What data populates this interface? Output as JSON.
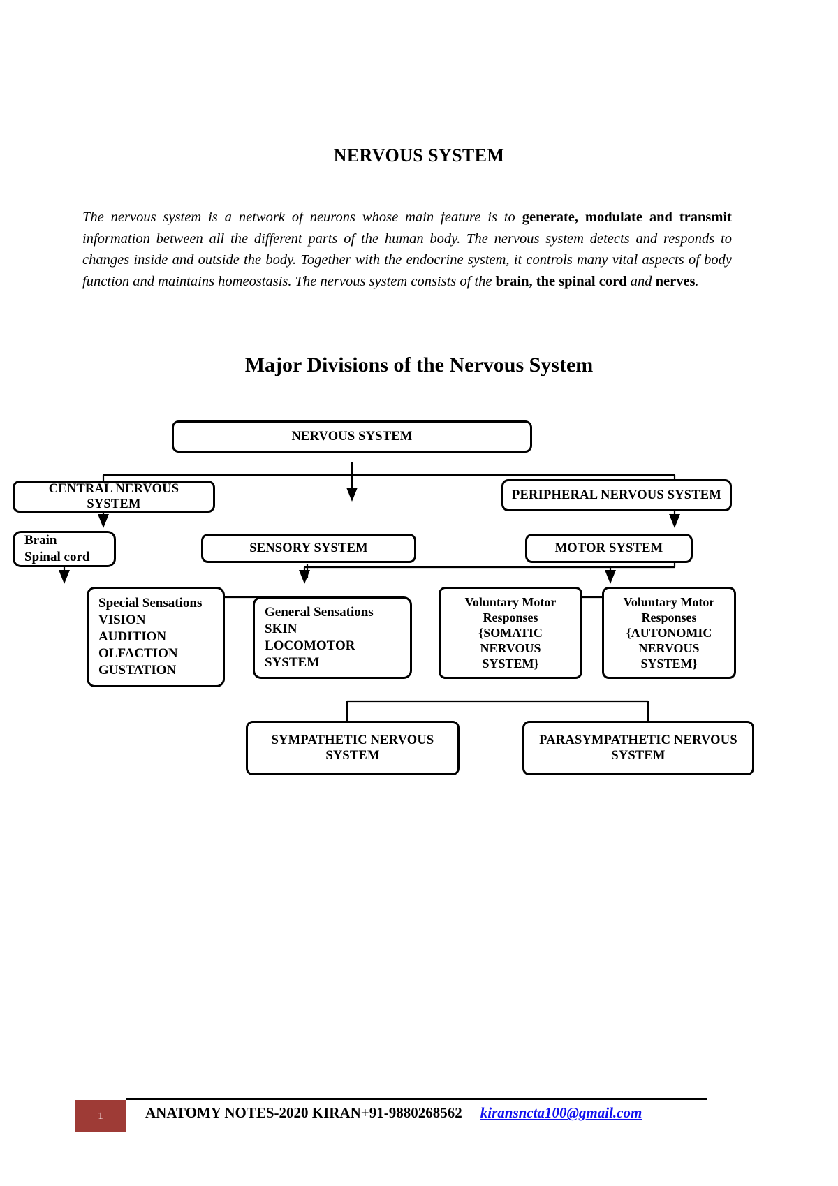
{
  "document": {
    "title": "NERVOUS SYSTEM",
    "intro": {
      "seg1": "The nervous system is a network of neurons whose main feature is to ",
      "bold1": "generate, modulate and transmit",
      "seg2": " information between all the different parts of the human body. The nervous system detects and responds to changes inside and outside the body. Together with the endocrine system, it controls many vital aspects of body function and maintains homeostasis. The nervous system consists of the ",
      "bold2": "brain, the spinal cord",
      "seg3": " and ",
      "bold3": "nerves",
      "seg4": "."
    },
    "section_heading": "Major Divisions of the Nervous System"
  },
  "chart_data": {
    "type": "diagram",
    "title": "Major Divisions of the Nervous System",
    "nodes": [
      {
        "id": "root",
        "label": "NERVOUS SYSTEM"
      },
      {
        "id": "cns",
        "label": "CENTRAL NERVOUS SYSTEM"
      },
      {
        "id": "pns",
        "label": "PERIPHERAL NERVOUS SYSTEM"
      },
      {
        "id": "cns_parts",
        "label": "Brain\nSpinal cord",
        "lines": [
          "Brain",
          "Spinal cord"
        ]
      },
      {
        "id": "sensory",
        "label": "SENSORY SYSTEM"
      },
      {
        "id": "motor",
        "label": "MOTOR SYSTEM"
      },
      {
        "id": "special",
        "label": "Special Sensations VISION AUDITION OLFACTION GUSTATION",
        "lines": [
          "Special Sensations",
          "VISION",
          "AUDITION",
          "OLFACTION",
          "GUSTATION"
        ]
      },
      {
        "id": "general",
        "label": "General Sensations SKIN LOCOMOTOR SYSTEM",
        "lines": [
          "General Sensations",
          "SKIN",
          "LOCOMOTOR SYSTEM"
        ]
      },
      {
        "id": "somatic",
        "label": "Voluntary Motor Responses {SOMATIC NERVOUS SYSTEM}",
        "lines": [
          "Voluntary Motor",
          "Responses",
          "{SOMATIC",
          "NERVOUS",
          "SYSTEM}"
        ]
      },
      {
        "id": "autonomic",
        "label": "Voluntary Motor Responses {AUTONOMIC NERVOUS SYSTEM}",
        "lines": [
          "Voluntary Motor",
          "Responses",
          "{AUTONOMIC",
          "NERVOUS",
          "SYSTEM}"
        ]
      },
      {
        "id": "sympathetic",
        "label": "SYMPATHETIC NERVOUS SYSTEM",
        "lines": [
          "SYMPATHETIC NERVOUS",
          "SYSTEM"
        ]
      },
      {
        "id": "parasympathetic",
        "label": "PARASYMPATHETIC NERVOUS SYSTEM",
        "lines": [
          "PARASYMPATHETIC NERVOUS",
          "SYSTEM"
        ]
      }
    ],
    "edges": [
      {
        "from": "root",
        "to": "cns"
      },
      {
        "from": "root",
        "to": "pns"
      },
      {
        "from": "cns",
        "to": "cns_parts"
      },
      {
        "from": "pns",
        "to": "sensory"
      },
      {
        "from": "pns",
        "to": "motor"
      },
      {
        "from": "sensory",
        "to": "special"
      },
      {
        "from": "sensory",
        "to": "general"
      },
      {
        "from": "motor",
        "to": "somatic"
      },
      {
        "from": "motor",
        "to": "autonomic"
      },
      {
        "from": "autonomic",
        "to": "sympathetic"
      },
      {
        "from": "autonomic",
        "to": "parasympathetic"
      }
    ]
  },
  "nodes": {
    "root": "NERVOUS SYSTEM",
    "cns": "CENTRAL NERVOUS SYSTEM",
    "pns": "PERIPHERAL NERVOUS SYSTEM",
    "brain": "Brain",
    "spinal_cord": "Spinal cord",
    "sensory": "SENSORY SYSTEM",
    "motor": "MOTOR SYSTEM",
    "special_1": "Special Sensations",
    "special_2": "VISION",
    "special_3": "AUDITION",
    "special_4": "OLFACTION",
    "special_5": "GUSTATION",
    "general_1": "General Sensations",
    "general_2": "SKIN",
    "general_3": "LOCOMOTOR SYSTEM",
    "somatic_1": "Voluntary Motor",
    "somatic_2": "Responses",
    "somatic_3": "{SOMATIC",
    "somatic_4": "NERVOUS",
    "somatic_5": "SYSTEM}",
    "autonomic_1": "Voluntary Motor",
    "autonomic_2": "Responses",
    "autonomic_3": "{AUTONOMIC",
    "autonomic_4": "NERVOUS",
    "autonomic_5": "SYSTEM}",
    "sympathetic_1": "SYMPATHETIC NERVOUS",
    "sympathetic_2": "SYSTEM",
    "parasympathetic_1": "PARASYMPATHETIC NERVOUS",
    "parasympathetic_2": "SYSTEM"
  },
  "footer": {
    "page_number": "1",
    "note": "ANATOMY NOTES-2020   KIRAN+91-9880268562",
    "email": "kiransncta100@gmail.com",
    "accent_color": "#9e3b36",
    "link_color": "#1010ee"
  }
}
